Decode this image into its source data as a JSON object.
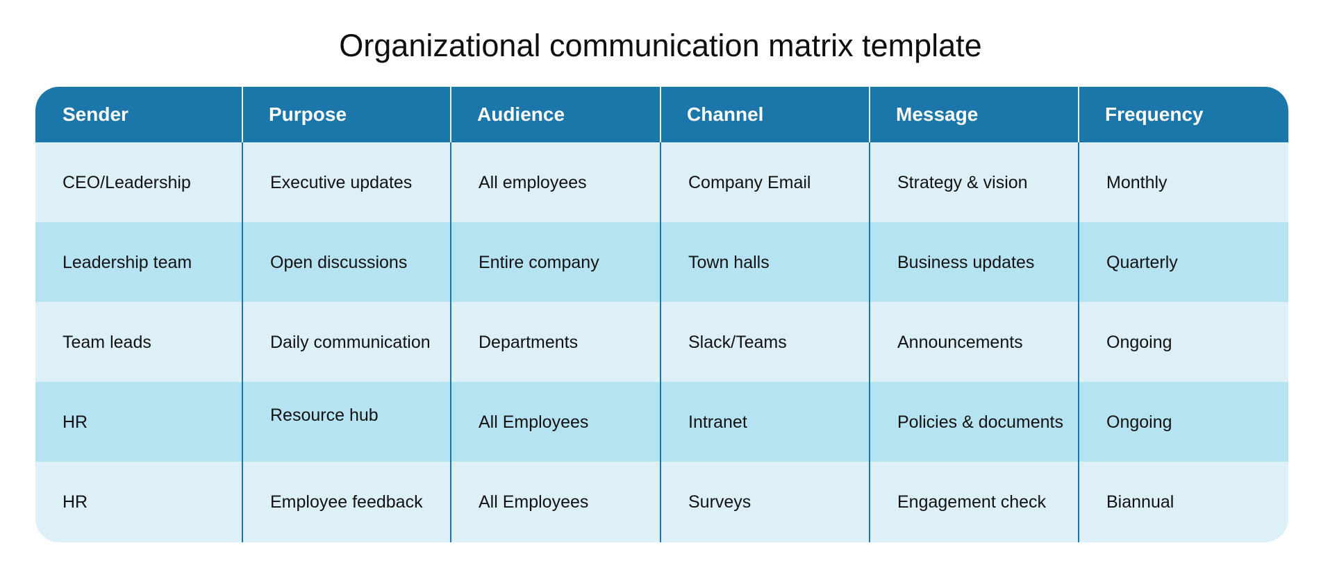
{
  "title": "Organizational communication matrix template",
  "colors": {
    "header_bg": "#1b76a9",
    "row_light": "#ddf0f7",
    "row_mid": "#b5e3f2",
    "divider": "#1a75ab"
  },
  "table": {
    "columns": [
      "Sender",
      "Purpose",
      "Audience",
      "Channel",
      "Message",
      "Frequency"
    ],
    "rows": [
      [
        "CEO/Leadership",
        "Executive updates",
        "All employees",
        "Company Email",
        "Strategy & vision",
        "Monthly"
      ],
      [
        "Leadership team",
        "Open discussions",
        "Entire company",
        "Town halls",
        "Business updates",
        "Quarterly"
      ],
      [
        "Team leads",
        "Daily communication",
        "Departments",
        "Slack/Teams",
        "Announcements",
        "Ongoing"
      ],
      [
        "HR",
        "Resource hub",
        "All Employees",
        "Intranet",
        "Policies & documents",
        "Ongoing"
      ],
      [
        "HR",
        "Employee feedback",
        "All Employees",
        "Surveys",
        "Engagement check",
        "Biannual"
      ]
    ]
  }
}
